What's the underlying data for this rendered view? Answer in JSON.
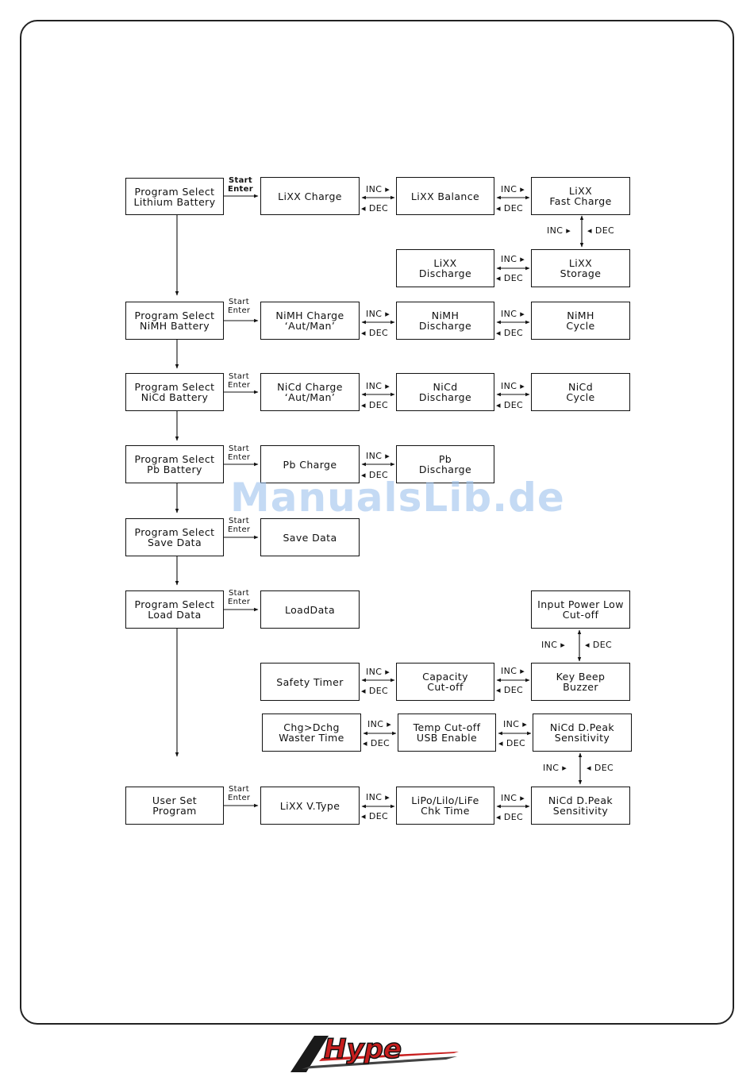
{
  "nodes": {
    "li_select": "Program Select\nLithium Battery",
    "lixx_charge": "LiXX Charge",
    "lixx_balance": "LiXX Balance",
    "lixx_fast": "LiXX\nFast Charge",
    "lixx_discharge": "LiXX\nDischarge",
    "lixx_storage": "LiXX\nStorage",
    "nimh_select": "Program Select\nNiMH Battery",
    "nimh_charge": "NiMH Charge\n‘Aut/Man’",
    "nimh_discharge": "NiMH\nDischarge",
    "nimh_cycle": "NiMH\nCycle",
    "nicd_select": "Program Select\nNiCd Battery",
    "nicd_charge": "NiCd Charge\n‘Aut/Man’",
    "nicd_discharge": "NiCd\nDischarge",
    "nicd_cycle": "NiCd\nCycle",
    "pb_select": "Program Select\nPb Battery",
    "pb_charge": "Pb Charge",
    "pb_discharge": "Pb\nDischarge",
    "save_select": "Program Select\nSave Data",
    "save_data": "Save Data",
    "load_select": "Program Select\nLoad Data",
    "load_data": "LoadData",
    "input_power": "Input Power Low\nCut-off",
    "safety_timer": "Safety Timer",
    "capacity_cutoff": "Capacity\nCut-off",
    "key_beep": "Key Beep\nBuzzer",
    "chg_dchg": "Chg>Dchg\nWaster Time",
    "temp_cutoff": "Temp Cut-off\nUSB Enable",
    "nicd_peak_1": "NiCd D.Peak\nSensitivity",
    "user_select": "User Set\nProgram",
    "lixx_vtype": "LiXX V.Type",
    "chk_time": "LiPo/Lilo/LiFe\nChk Time",
    "nicd_peak_2": "NiCd D.Peak\nSensitivity"
  },
  "labels": {
    "inc": "INC",
    "dec": "DEC",
    "start": "Start",
    "enter": "Enter"
  },
  "watermark": "ManualsLib.de",
  "brand": "Hype"
}
